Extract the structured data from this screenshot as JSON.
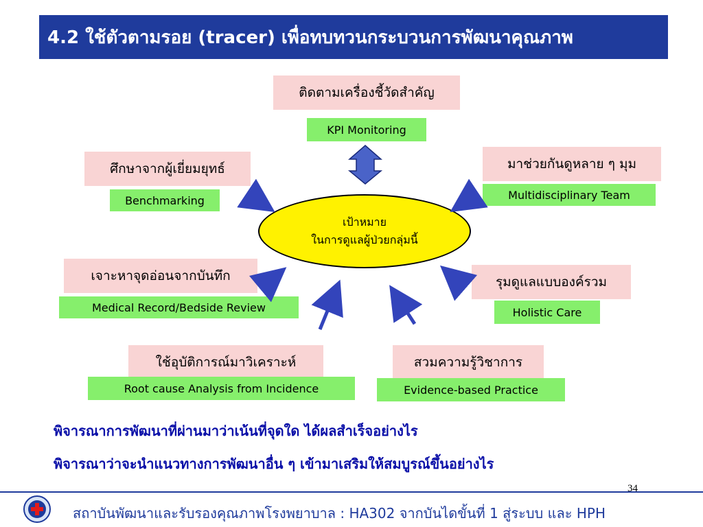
{
  "title": "4.2 ใช้ตัวตามรอย (tracer) เพื่อทบทวนกระบวนการพัฒนาคุณภาพ",
  "goal": {
    "line1": "เป้าหมาย",
    "line2": "ในการดูแลผู้ป่วยกลุ่มนี้"
  },
  "nodes": {
    "kpi": {
      "th": "ติดตามเครื่องชี้วัดสำคัญ",
      "en": "KPI Monitoring"
    },
    "benchmarking": {
      "th": "ศึกษาจากผู้เยี่ยมยุทธ์",
      "en": "Benchmarking"
    },
    "team": {
      "th": "มาช่วยกันดูหลาย ๆ มุม",
      "en": "Multidisciplinary Team"
    },
    "record": {
      "th": "เจาะหาจุดอ่อนจากบันทึก",
      "en": "Medical Record/Bedside Review"
    },
    "holistic": {
      "th": "รุมดูแลแบบองค์รวม",
      "en": "Holistic Care"
    },
    "incident": {
      "th": "ใช้อุบัติการณ์มาวิเคราะห์",
      "en": "Root cause Analysis from Incidence"
    },
    "evidence": {
      "th": "สวมความรู้วิชาการ",
      "en": "Evidence-based Practice"
    }
  },
  "questions": [
    "พิจารณาการพัฒนาที่ผ่านมาว่าเน้นที่จุดใด  ได้ผลสำเร็จอย่างไร",
    "พิจารณาว่าจะนำแนวทางการพัฒนาอื่น ๆ เข้ามาเสริมให้สมบูรณ์ขึ้นอย่างไร"
  ],
  "page_number": "34",
  "footer": "สถาบันพัฒนาและรับรองคุณภาพโรงพยาบาล : HA302 จากบันไดขั้นที่ 1  สู่ระบบ และ HPH",
  "colors": {
    "title_bg": "#1f3b9c",
    "pink_box": "#f9d4d4",
    "green_box": "#86ef6c",
    "goal_fill": "#fff200",
    "arrow": "#3344bb",
    "question_text": "#0b10a8"
  }
}
